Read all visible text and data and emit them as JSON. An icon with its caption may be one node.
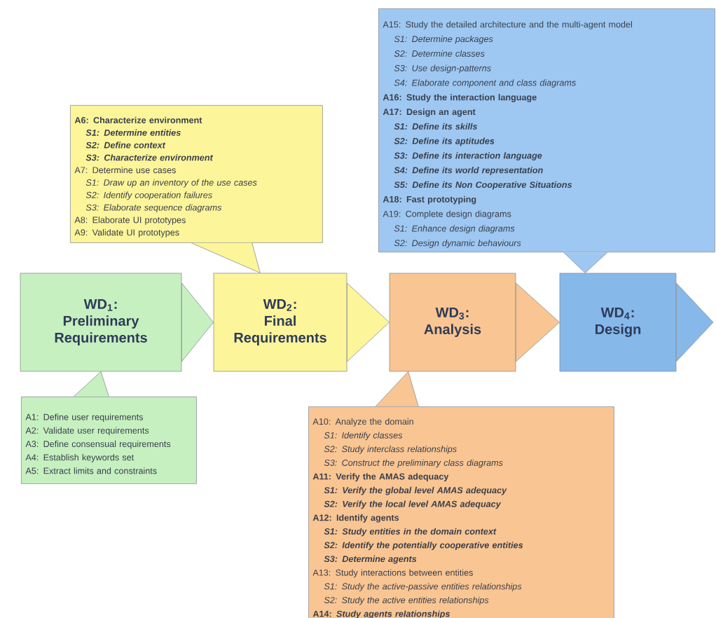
{
  "diagram": {
    "nodes": [
      {
        "text": [
          "WD$_{1}$:",
          "Preliminary Requirements"
        ]
      },
      {
        "text": [
          "WD$_{2}$:",
          "Final Requirements"
        ]
      },
      {
        "text": [
          "WD$_{3}$:",
          "Analysis"
        ]
      },
      {
        "text": [
          "WD$_{4}$:",
          "Design"
        ]
      },
      {
        "text": [
          "A6: Characterize environment",
          "S1: Determine entities",
          "S2: Define context",
          "S3: Characterize environment",
          "A7: Determine use cases",
          "S1: Draw up an inventory of the use cases",
          "S2: Identify cooperation failures",
          "S3: Elaborate sequence diagrams",
          "A8: Elaborate UI prototypes",
          "A9: Validate UI prototypes"
        ]
      },
      {
        "text": [
          "A15: Study the detailed architecture and the multi-agent model",
          "S1: Determine packages",
          "S2: Determine classes",
          "S3: Use design-patterns",
          "S4: Elaborate component and class diagrams",
          "A16: Study the interaction language",
          "A17: Design an agent",
          "S1: Define its skills",
          "S2: Define its aptitudes",
          "S3: Define its interaction language",
          "S4: Define its world representation",
          "S5: Define its Non Cooperative Situations",
          "A18: Fast prototyping",
          "A19: Complete design diagrams",
          "S1: Enhance design diagrams",
          "S2: Design dynamic behaviours"
        ]
      },
      {
        "text": [
          "A1: Define user requirements",
          "A2: Validate user requirements",
          "A3: Define consensual requirements",
          "A4: Establish keywords set",
          "A5: Extract limits and constraints"
        ]
      },
      {
        "text": [
          "A10: Analyze the domain",
          "S1: Identify classes",
          "S2: Study interclass relationships",
          "S3: Construct the preliminary class diagrams",
          "A11: Verify the AMAS adequacy",
          "S1: Verify the global level AMAS adequacy",
          "S2: Verify the local level AMAS adequacy",
          "A12: Identify agents",
          "S1: Study entities in the domain context",
          "S2: Identify the potentially cooperative entities",
          "S3: Determine agents",
          "A13: Study interactions between entities",
          "S1: Study the active-passive entities relationships",
          "S2: Study the active entities relationships",
          "A14: *Study agents relationships*"
        ]
      }
    ],
    "edges": [
      {
        "from": 0,
        "to": 1,
        "arrow": "to"
      },
      {
        "from": 1,
        "to": 2,
        "arrow": "to"
      },
      {
        "from": 2,
        "to": 3,
        "arrow": "to"
      },
      {
        "from": 3,
        "to": null,
        "arrow": "to"
      }
    ]
  }
}
